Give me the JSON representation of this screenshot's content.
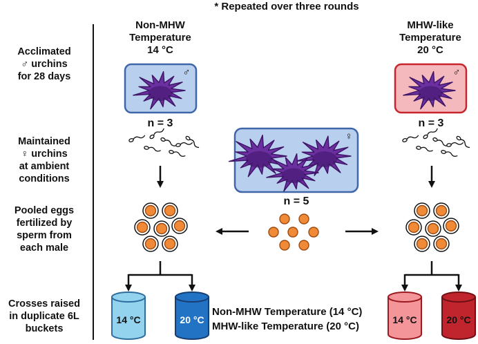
{
  "note": "* Repeated over three rounds",
  "row_labels": {
    "acclimated": [
      "Acclimated",
      "♂ urchins",
      "for 28 days"
    ],
    "maintained": [
      "Maintained",
      "♀ urchins",
      "at ambient",
      "conditions"
    ],
    "pooled": [
      "Pooled eggs",
      "fertilized by",
      "sperm from",
      "each male"
    ],
    "crosses": [
      "Crosses raised",
      "in duplicate 6L",
      "buckets"
    ]
  },
  "left_group": {
    "title": [
      "Non-MHW",
      "Temperature",
      "14 °C"
    ],
    "count": "n = 3",
    "symbol": "♂",
    "colors": {
      "tank_fill": "#b9cfee",
      "tank_stroke": "#3f66a8"
    }
  },
  "right_group": {
    "title": [
      "MHW-like",
      "Temperature",
      "20 °C"
    ],
    "count": "n = 3",
    "symbol": "♂",
    "colors": {
      "tank_fill": "#f4b9bc",
      "tank_stroke": "#c8242d"
    }
  },
  "female_group": {
    "count": "n = 5",
    "symbol": "♀",
    "colors": {
      "tank_fill": "#b9cfee",
      "tank_stroke": "#3f66a8"
    }
  },
  "buckets": {
    "left": [
      {
        "label": "14 °C",
        "fill": "#93d3ee",
        "stroke": "#2e6e9e"
      },
      {
        "label": "20 °C",
        "fill": "#2373c4",
        "stroke": "#153f73"
      }
    ],
    "right": [
      {
        "label": "14 °C",
        "fill": "#f39599",
        "stroke": "#9a1a20"
      },
      {
        "label": "20 °C",
        "fill": "#c0242c",
        "stroke": "#6d0f14"
      }
    ]
  },
  "legend": [
    "Non-MHW Temperature (14 °C)",
    "MHW-like Temperature (20 °C)"
  ],
  "colors": {
    "urchin": "#6b2fa0",
    "urchin_dark": "#3d1466",
    "egg_fill": "#f08a36",
    "egg_stroke": "#9c4a12"
  }
}
